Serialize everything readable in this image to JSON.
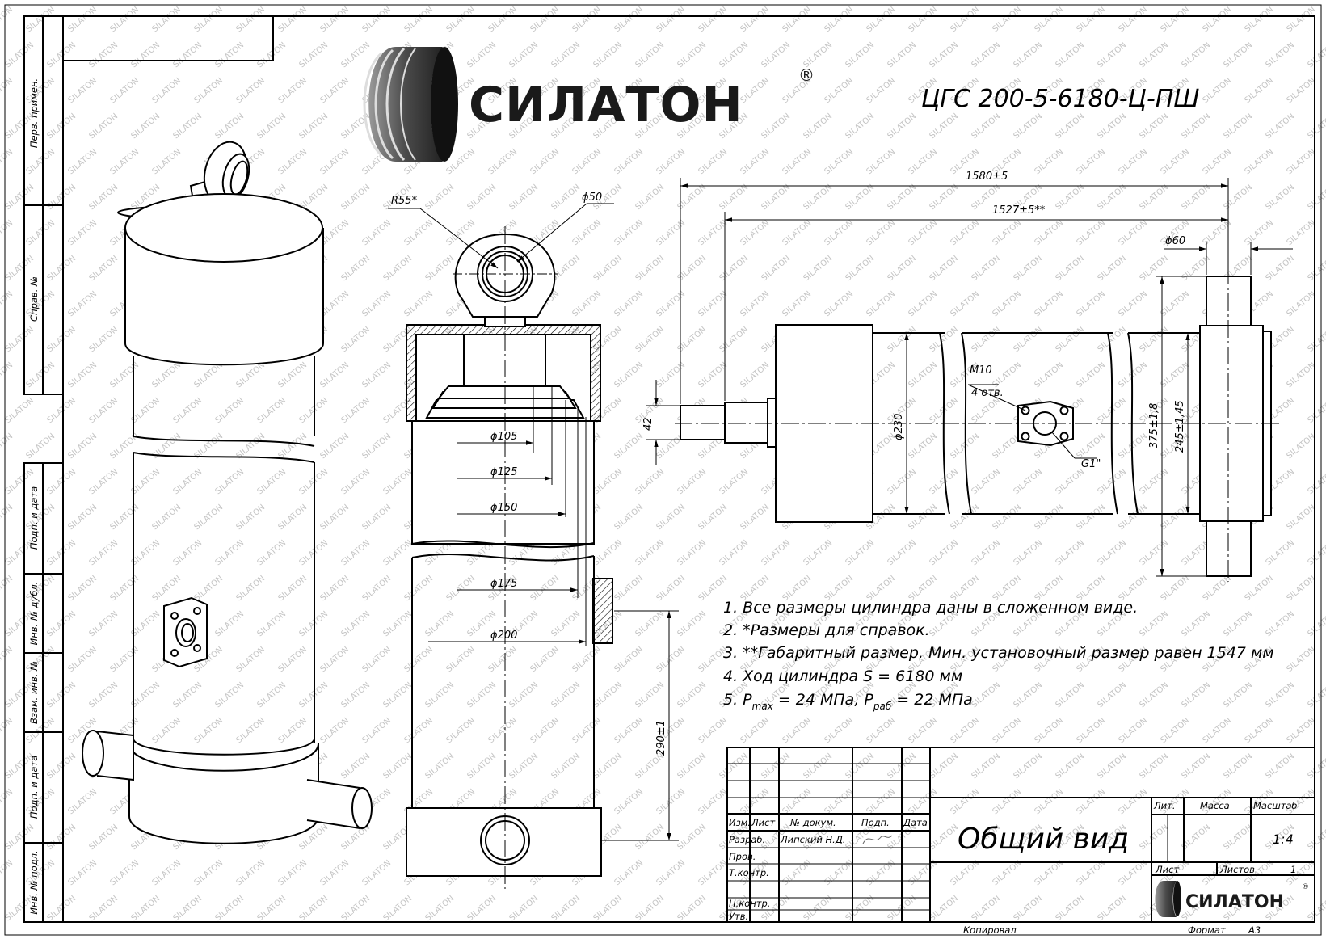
{
  "brand": {
    "name": "СИЛАТОН",
    "registered": "®",
    "watermark_text": "SILATON"
  },
  "title": {
    "designation": "ЦГС 200-5-6180-Ц-ПШ"
  },
  "side_stamp": {
    "labels": [
      "Перв. примен.",
      "Справ. №",
      "Подп. и дата",
      "Инв. № дубл.",
      "Взам. инв. №",
      "Подп. и дата",
      "Инв. № подл."
    ]
  },
  "dimensions": {
    "section": {
      "r55": "R55*",
      "d50": "ϕ50",
      "d105": "ϕ105",
      "d125": "ϕ125",
      "d150": "ϕ150",
      "d175": "ϕ175",
      "d200": "ϕ200",
      "h290": "290±1"
    },
    "side": {
      "l1580": "1580±5",
      "l1527": "1527±5**",
      "d60": "ϕ60",
      "h42": "42",
      "d230": "ϕ230",
      "m10": "M10",
      "holes": "4 отв.",
      "g1": "G1\"",
      "h375": "375±1,8",
      "h245": "245±1,45"
    }
  },
  "notes": {
    "n1": "1. Все размеры цилиндра даны в сложенном виде.",
    "n2": "2.  *Размеры для справок.",
    "n3": "3.  **Габаритный размер. Мин. установочный размер равен 1547 мм",
    "n4": "4. Ход цилиндра S = 6180 мм",
    "n5_prefix": "5. P",
    "n5_max": "max",
    "n5_mid": " = 24 МПа, P",
    "n5_rab": "раб",
    "n5_end": " = 22 МПа"
  },
  "title_block": {
    "col_izm": "Изм.",
    "col_list": "Лист",
    "col_doc": "№ докум.",
    "col_podp": "Подп.",
    "col_data": "Дата",
    "row_razrab": "Разраб.",
    "razrab_name": "Липский Н.Д.",
    "row_prov": "Пров.",
    "row_tkontr": "Т.контр.",
    "row_nkontr": "Н.контр.",
    "row_utv": "Утв.",
    "doc_title": "Общий вид",
    "lit": "Лит.",
    "massa": "Масса",
    "masshtab": "Масштаб",
    "scale_value": "1:4",
    "list_label": "Лист",
    "listov_label": "Листов",
    "listov_value": "1",
    "kopiroval": "Копировал",
    "format_label": "Формат",
    "format_value": "А3"
  }
}
